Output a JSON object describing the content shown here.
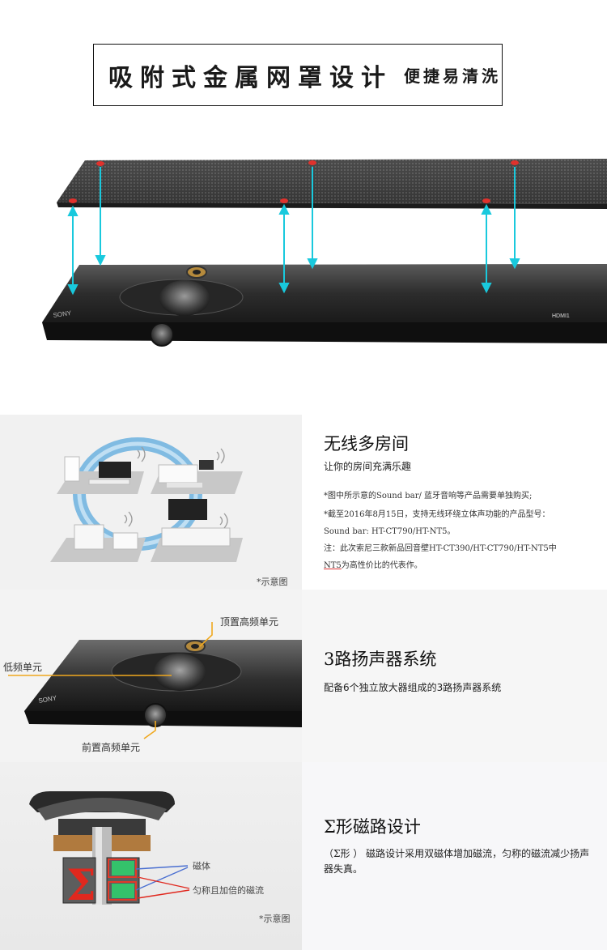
{
  "banner": {
    "title": "吸附式金属网罩设计",
    "subtitle": "便捷易清洗"
  },
  "hero": {
    "brand": "SONY",
    "port_label": "HDMI1"
  },
  "multiroom": {
    "title": "无线多房间",
    "subtitle": "让你的房间充满乐趣",
    "note1": "*图中所示意的Sound bar/ 蓝牙音响等产品需要单独购买;",
    "note2": "*截至2016年8月15日，支持无线环绕立体声功能的产品型号：",
    "note3": "Sound bar:  HT-CT790/HT-NT5。",
    "note4": "注：此次索尼三款新品回音壁HT-CT390/HT-CT790/HT-NT5中",
    "note5_model": "NT5",
    "note5_rest": "为高性价比的代表作。",
    "caption": "*示意图"
  },
  "speaker3way": {
    "title": "3路扬声器系统",
    "subtitle": "配备6个独立放大器组成的3路扬声器系统",
    "label_top": "顶置高频单元",
    "label_low": "低频单元",
    "label_front": "前置高频单元",
    "brand": "SONY"
  },
  "sigma": {
    "title": "Σ形磁路设计",
    "para": "（Σ形 ） 磁路设计采用双磁体增加磁流，匀称的磁流减少扬声器失真。",
    "label_magnet": "磁体",
    "label_flux": "匀称且加倍的磁流",
    "sigma_glyph": "Σ",
    "caption": "*示意图"
  }
}
